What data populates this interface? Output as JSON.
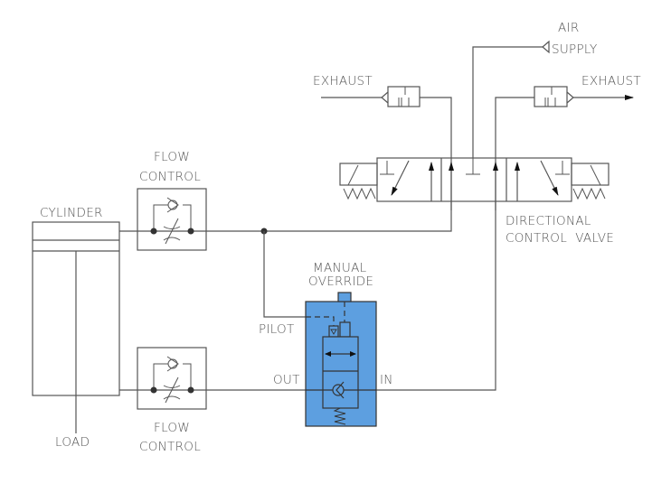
{
  "diagram": {
    "title": "Pneumatic cylinder circuit with manual override pilot valve",
    "colors": {
      "line": "#555555",
      "override_block": "#5d9fe0",
      "background": "#ffffff"
    },
    "labels": {
      "air_supply_1": "AIR",
      "air_supply_2": "SUPPLY",
      "exhaust_left": "EXHAUST",
      "exhaust_right": "EXHAUST",
      "flow_control_top_1": "FLOW",
      "flow_control_top_2": "CONTROL",
      "cylinder": "CYLINDER",
      "directional_1": "DIRECTIONAL",
      "directional_2": "CONTROL  VALVE",
      "manual_1": "MANUAL",
      "manual_2": "OVERRIDE",
      "pilot": "PILOT",
      "out": "OUT",
      "in": "IN",
      "load": "LOAD",
      "flow_control_bottom_1": "FLOW",
      "flow_control_bottom_2": "CONTROL"
    },
    "components": [
      "air-supply",
      "exhaust-muffler-left",
      "exhaust-muffler-right",
      "directional-control-valve",
      "cylinder",
      "flow-control-top",
      "flow-control-bottom",
      "manual-override-valve"
    ]
  }
}
